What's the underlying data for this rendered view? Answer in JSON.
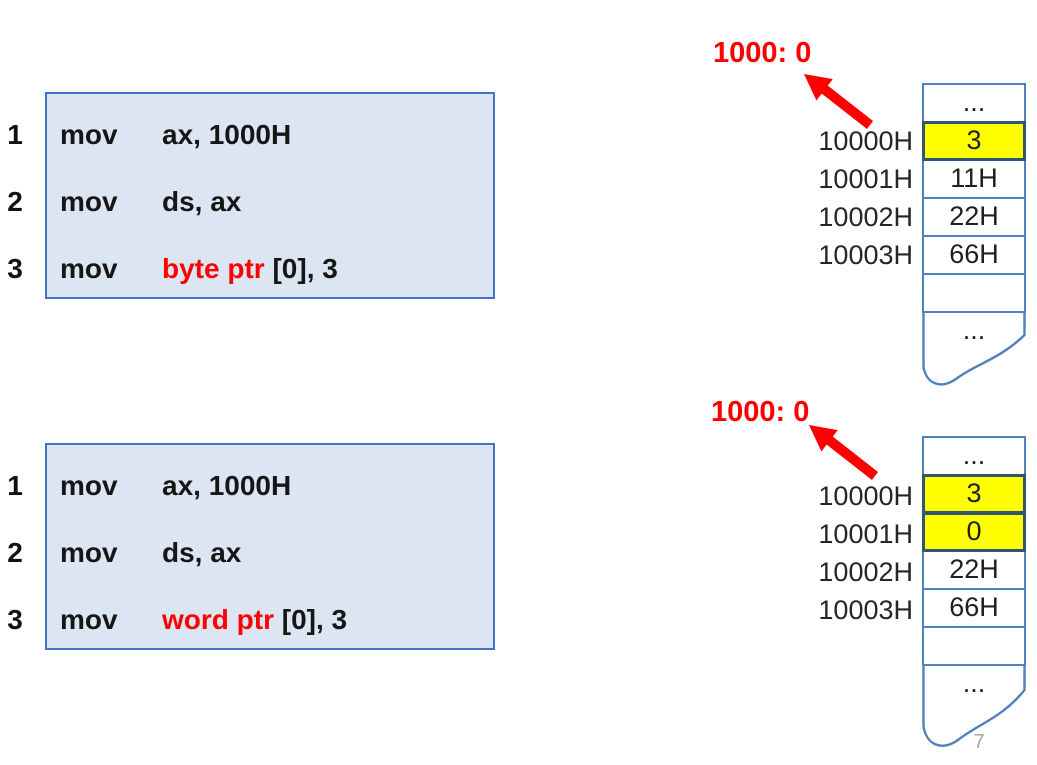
{
  "slide": {
    "page_number": "7",
    "colors": {
      "highlight_red": "#fe0000",
      "code_box_bg": "#dce6f2",
      "code_box_border": "#4472c4",
      "cell_border": "#4f81bd",
      "cell_highlight_border": "#2f5773",
      "cell_highlight_bg": "#ffff00"
    }
  },
  "code_blocks": [
    {
      "lines": [
        {
          "number": "1",
          "mnemonic": "mov",
          "red": "",
          "rest": "ax, 1000H"
        },
        {
          "number": "2",
          "mnemonic": "mov",
          "red": "",
          "rest": "ds, ax"
        },
        {
          "number": "3",
          "mnemonic": "mov",
          "red": "byte ptr",
          "rest": " [0], 3"
        }
      ]
    },
    {
      "lines": [
        {
          "number": "1",
          "mnemonic": "mov",
          "red": "",
          "rest": "ax, 1000H"
        },
        {
          "number": "2",
          "mnemonic": "mov",
          "red": "",
          "rest": "ds, ax"
        },
        {
          "number": "3",
          "mnemonic": "mov",
          "red": "word ptr",
          "rest": " [0], 3"
        }
      ]
    }
  ],
  "memory_diagrams": [
    {
      "pointer_label": "1000: 0",
      "addresses": [
        "10000H",
        "10001H",
        "10002H",
        "10003H"
      ],
      "cells": [
        {
          "value": "...",
          "highlight": false
        },
        {
          "value": "3",
          "highlight": true
        },
        {
          "value": "11H",
          "highlight": false
        },
        {
          "value": "22H",
          "highlight": false
        },
        {
          "value": "66H",
          "highlight": false
        },
        {
          "value": "",
          "highlight": false
        },
        {
          "value": "...",
          "highlight": false
        }
      ]
    },
    {
      "pointer_label": "1000: 0",
      "addresses": [
        "10000H",
        "10001H",
        "10002H",
        "10003H"
      ],
      "cells": [
        {
          "value": "...",
          "highlight": false
        },
        {
          "value": "3",
          "highlight": true
        },
        {
          "value": "0",
          "highlight": true
        },
        {
          "value": "22H",
          "highlight": false
        },
        {
          "value": "66H",
          "highlight": false
        },
        {
          "value": "",
          "highlight": false
        },
        {
          "value": "...",
          "highlight": false
        }
      ]
    }
  ]
}
